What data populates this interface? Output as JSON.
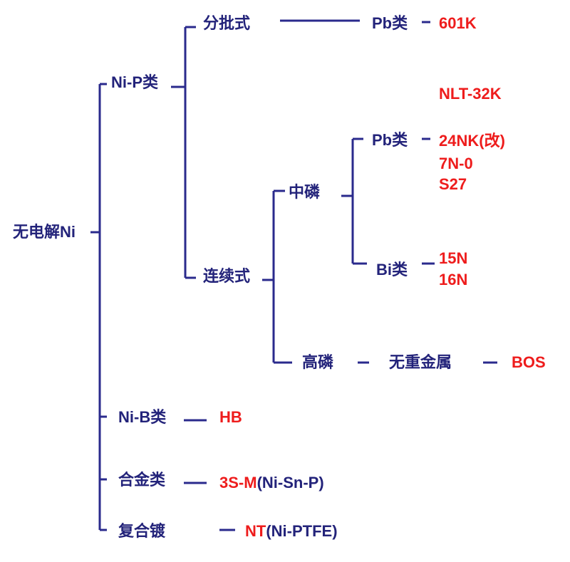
{
  "colors": {
    "line": "#2a2a8c",
    "label": "#23237a",
    "product": "#ee1c1c"
  },
  "root": {
    "label": "无电解Ni"
  },
  "categories": {
    "nip": "Ni-P类",
    "nib": "Ni-B类",
    "alloy": "合金类",
    "composite": "复合镀"
  },
  "process": {
    "batch": "分批式",
    "continuous": "连续式"
  },
  "phosphorus": {
    "medium": "中磷",
    "high": "高磷"
  },
  "stabilizer": {
    "pb_batch": "Pb类",
    "pb_medium": "Pb类",
    "bi_medium": "Bi类",
    "heavy_metal_free": "无重金属"
  },
  "products": {
    "batch_pb": "601K",
    "nlt": "NLT-32K",
    "medium_pb_1": "24NK(改)",
    "medium_pb_2": "7N-0",
    "medium_pb_3": "S27",
    "medium_bi_1": "15N",
    "medium_bi_2": "16N",
    "high": "BOS",
    "nib": "HB",
    "alloy_code": "3S-M",
    "alloy_formula": "(Ni-Sn-P)",
    "composite_code": "NT",
    "composite_formula": "(Ni-PTFE)"
  }
}
